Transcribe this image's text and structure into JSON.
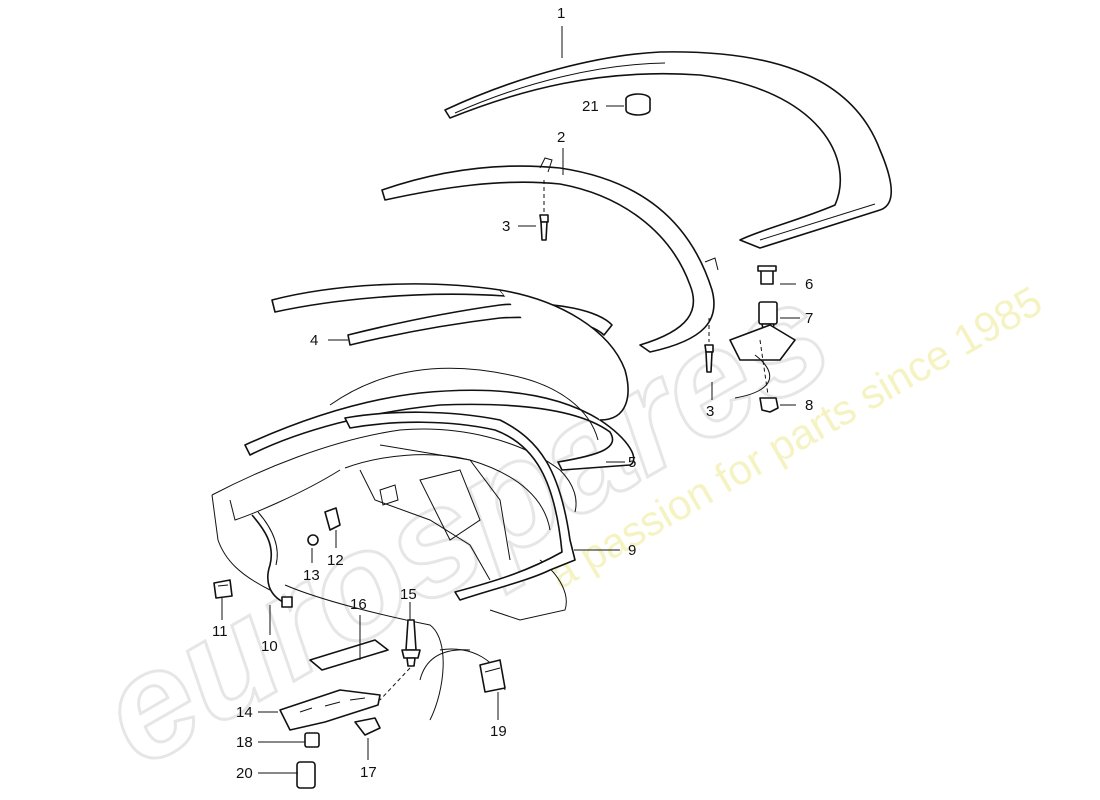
{
  "watermark": {
    "brand": "eurospares",
    "tagline": "a passion for parts since 1985",
    "colors": {
      "brand": "#e6e6e6",
      "tagline": "#f3efb0"
    }
  },
  "callouts": [
    "1",
    "2",
    "3",
    "3",
    "4",
    "5",
    "6",
    "7",
    "8",
    "9",
    "10",
    "11",
    "12",
    "13",
    "14",
    "15",
    "16",
    "17",
    "18",
    "19",
    "20",
    "21"
  ]
}
